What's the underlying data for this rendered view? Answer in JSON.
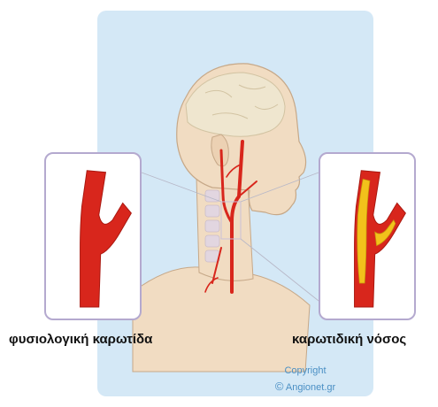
{
  "figure": {
    "left_label": "φυσιολογική καρωτίδα",
    "right_label": "καρωτιδική νόσος",
    "copyright_line1": "Copyright",
    "copyright_symbol": "©",
    "copyright_line2": "Angionet.gr"
  },
  "colors": {
    "panel_background": "#d4e8f6",
    "skin": "#f1dcc2",
    "skin_outline": "#c6a888",
    "brain": "#efe6cf",
    "artery": "#d8261c",
    "plaque": "#f2c21b",
    "inset_border": "#b4a9cf",
    "copyright_text": "#4a8fc4"
  }
}
